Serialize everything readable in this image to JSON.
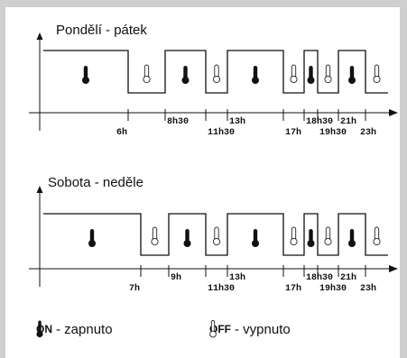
{
  "panels": [
    {
      "title": "Pondělí - pátek",
      "segments": [
        {
          "state": "on"
        },
        {
          "state": "off"
        },
        {
          "state": "on"
        },
        {
          "state": "off"
        },
        {
          "state": "on"
        },
        {
          "state": "off"
        },
        {
          "state": "on"
        },
        {
          "state": "off"
        },
        {
          "state": "on"
        },
        {
          "state": "off"
        }
      ],
      "ticks": [
        "6h",
        "8h30",
        "11h30",
        "13h",
        "17h",
        "18h30",
        "19h30",
        "21h",
        "23h"
      ]
    },
    {
      "title": "Sobota - neděle",
      "segments": [
        {
          "state": "on"
        },
        {
          "state": "off"
        },
        {
          "state": "on"
        },
        {
          "state": "off"
        },
        {
          "state": "on"
        },
        {
          "state": "off"
        },
        {
          "state": "on"
        },
        {
          "state": "off"
        },
        {
          "state": "on"
        },
        {
          "state": "off"
        }
      ],
      "ticks": [
        "7h",
        "9h",
        "11h30",
        "13h",
        "17h",
        "18h30",
        "19h30",
        "21h",
        "23h"
      ]
    }
  ],
  "legend": {
    "on_code": "ON",
    "on_text": "- zapnuto",
    "off_code": "OFF",
    "off_text": "- vypnuto",
    "on_icon": "thermometer-filled-icon",
    "off_icon": "thermometer-outline-icon"
  }
}
